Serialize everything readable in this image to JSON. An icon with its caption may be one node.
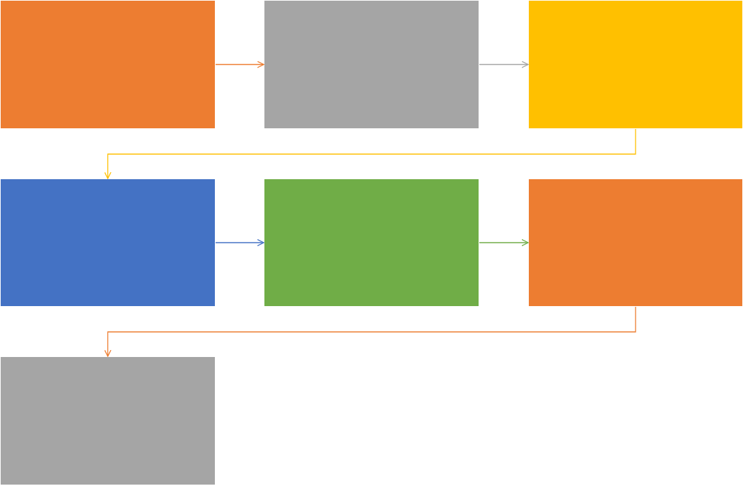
{
  "diagram": {
    "nodes": [
      {
        "text": [],
        "shape": "box"
      },
      {
        "text": [],
        "shape": "box"
      },
      {
        "text": [],
        "shape": "box"
      },
      {
        "text": [],
        "shape": "box"
      },
      {
        "text": [],
        "shape": "box"
      },
      {
        "text": [],
        "shape": "box"
      },
      {
        "text": [],
        "shape": "box"
      }
    ],
    "edges": [
      {
        "from": 0,
        "to": 1,
        "arrow": "to",
        "color": "#ed7d31"
      },
      {
        "from": 1,
        "to": 2,
        "arrow": "to",
        "color": "#a5a5a5"
      },
      {
        "from": 2,
        "to": 3,
        "arrow": "to",
        "color": "#ffc000"
      },
      {
        "from": 3,
        "to": 4,
        "arrow": "to",
        "color": "#4472c4"
      },
      {
        "from": 4,
        "to": 5,
        "arrow": "to",
        "color": "#70ad47"
      },
      {
        "from": 5,
        "to": 6,
        "arrow": "to",
        "color": "#ed7d31"
      }
    ]
  }
}
